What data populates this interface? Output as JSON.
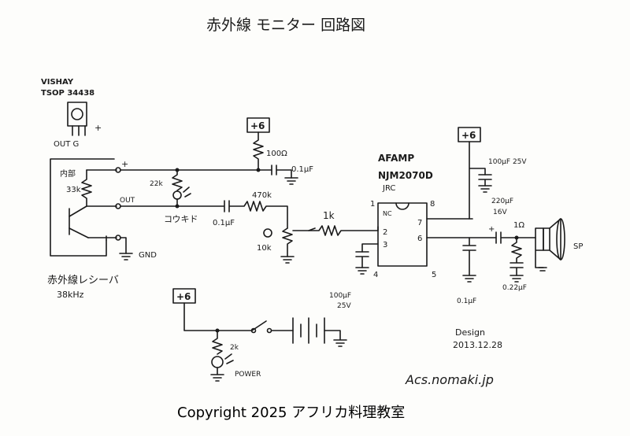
{
  "title": "赤外線 モニター 回路図",
  "sensor": {
    "maker": "VISHAY",
    "part": "TSOP 34438",
    "pins": "OUT G",
    "plus": "+"
  },
  "receiver": {
    "internal": "内部",
    "r_internal": "33k",
    "out": "OUT",
    "gnd": "GND",
    "name": "赤外線レシーバ",
    "freq": "38kHz",
    "plus": "+"
  },
  "led_branch": {
    "r": "22k",
    "label": "コウキド"
  },
  "supply_label": "+6",
  "r_100": "100Ω",
  "c_top": "0.1μF",
  "c_in": "0.1μF",
  "r_470k": "470k",
  "vr": "10k",
  "r_1k": "1k",
  "amp": {
    "title": "AFAMP",
    "part": "NJM2070D",
    "maker": "JRC",
    "pin_nc": "NC",
    "p1": "1",
    "p2": "2",
    "p3": "3",
    "p4": "4",
    "p5": "5",
    "p6": "6",
    "p7": "7",
    "p8": "8"
  },
  "c_bypass": {
    "value": "100μF",
    "volt": "25V"
  },
  "c_supply": "100μF 25V",
  "c_out": {
    "value": "220μF",
    "volt": "16V"
  },
  "r_1ohm": "1Ω",
  "c_zobel": "0.22μF",
  "c_out_gnd": "0.1μF",
  "speaker": "SP",
  "power": {
    "r": "2k",
    "label": "POWER"
  },
  "design": {
    "label": "Design",
    "date": "2013.12.28"
  },
  "site": "Acs.nomaki.jp",
  "copyright": "Copyright 2025 アフリカ料理教室"
}
